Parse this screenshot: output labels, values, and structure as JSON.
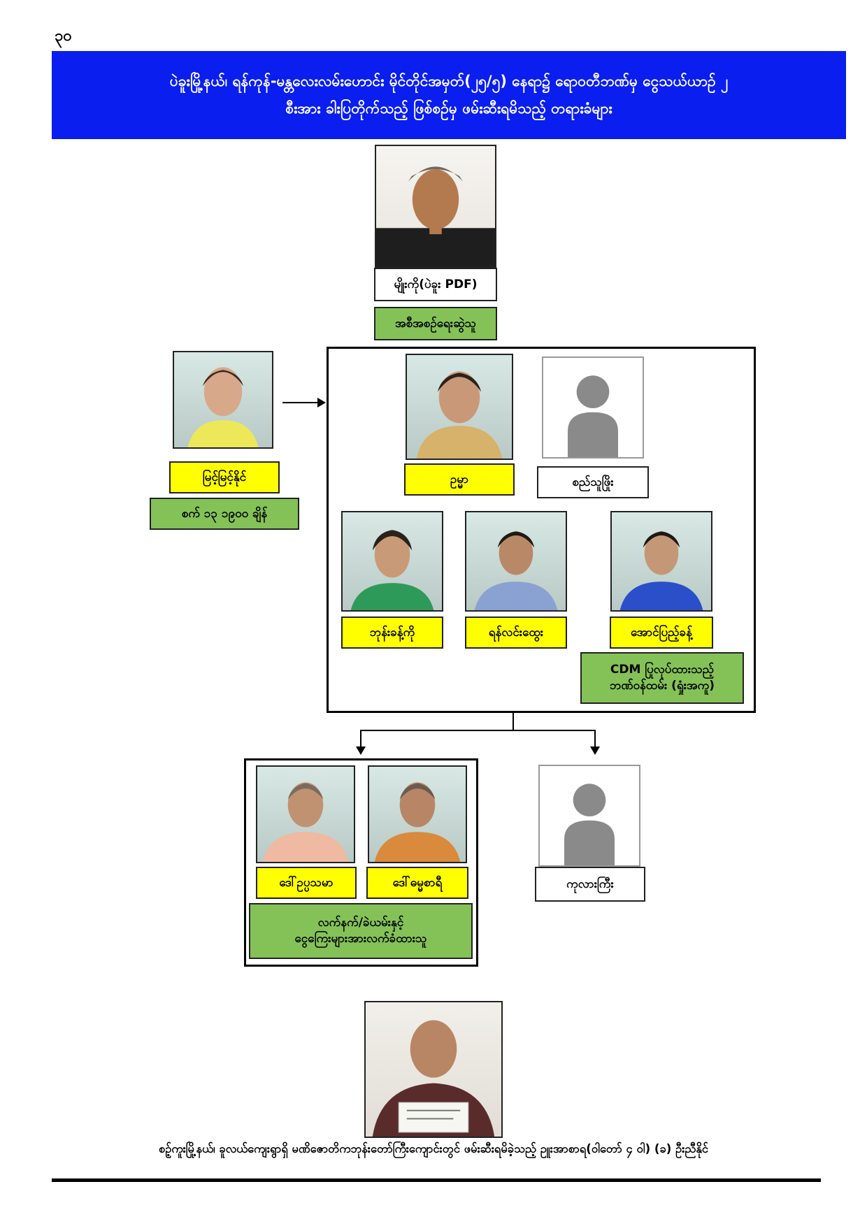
{
  "page_number": "၃၀",
  "banner": {
    "line1": "ပဲခူးမြို့နယ်၊ ရန်ကုန်-မန္တလေးလမ်းဟောင်း မိုင်တိုင်အမှတ်(၂၅/၅) နေရာ၌ ရောဝတီဘဏ်မှ ငွေသယ်ယာဉ် ၂",
    "line2": "စီးအား ခါးပြတိုက်သည့် ဖြစ်စဉ်မှ ဖမ်းဆီးရမိသည့် တရားခံများ"
  },
  "leader": {
    "name": "မျိုးကို(ပဲခူး PDF)",
    "role": "အစီအစဉ်ရေးဆွဲသူ"
  },
  "left_person": {
    "name": "မြင့်မြင့်နိုင်",
    "detail": "စက် ၁၃ ၁၉၀၀ ချိန်"
  },
  "group": {
    "row1": [
      {
        "name": "ဥမ္မာ"
      },
      {
        "name": "စည်သူဖြိုး"
      }
    ],
    "row2": [
      {
        "name": "ဘုန်းခန့်ကို"
      },
      {
        "name": "ရန်လင်းထွေး"
      },
      {
        "name": "အောင်ပြည့်ခန့်"
      }
    ],
    "cdm_note": {
      "line1": "CDM ပြုလုပ်ထားသည့်",
      "line2": "ဘဏ်ဝန်ထမ်း (ရှုံးအကူ)"
    }
  },
  "nuns": {
    "names": [
      "ဒေါ်ဥပ္ပသမာ",
      "ဒေါ်ဓမ္မစာရီ"
    ],
    "role_line1": "လက်နက်/ခဲယမ်းနှင့်",
    "role_line2": "ငွေကြေးများအားလက်ခံထားသူ"
  },
  "right_person": {
    "name": "ကုလားကြီး"
  },
  "caption": "စဉ့်ကူးမြို့နယ်၊ ခူလယ်ကျေးရွာရှိ မဏိဇောတိကဘုန်းတော်ကြီးကျောင်းတွင် ဖမ်းဆီးရမိခဲ့သည့် ဥူးအာစာရ(ဝါတော် ၄ ဝါ) (ခ) ဦးညီနိုင်",
  "colors": {
    "banner": "#0a1eef",
    "yellow_label": "#ffff00",
    "green_label": "#84c257"
  },
  "icons": [
    "person-silhouette-icon",
    "arrow-right-icon",
    "arrow-down-icon"
  ]
}
